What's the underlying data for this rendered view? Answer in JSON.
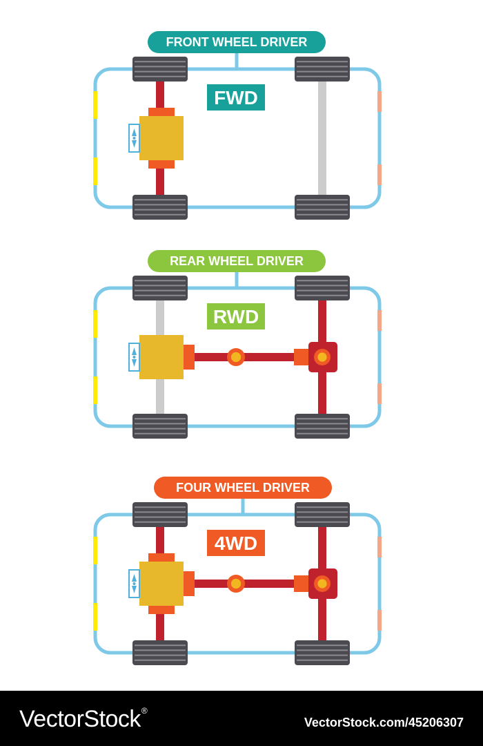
{
  "colors": {
    "chassis": "#7ec8e8",
    "tire": "#4a4a50",
    "tire_groove": "#8a8a90",
    "driven_axle": "#c0222d",
    "idle_axle": "#cccccc",
    "engine": "#e7b82c",
    "gearbox": "#f05a24",
    "radiator": "#4fb0dc",
    "headlight": "#ffea00",
    "taillight": "#f4a688",
    "joint": "#f2b621"
  },
  "sections": [
    {
      "id": "fwd",
      "banner": "FRONT WHEEL DRIVER",
      "badge": "FWD",
      "banner_color": "#17a19a",
      "badge_color": "#17a19a",
      "front_axle_driven": true,
      "rear_axle_driven": false,
      "has_driveshaft": false
    },
    {
      "id": "rwd",
      "banner": "REAR WHEEL DRIVER",
      "badge": "RWD",
      "banner_color": "#8cc63f",
      "badge_color": "#8cc63f",
      "front_axle_driven": false,
      "rear_axle_driven": true,
      "has_driveshaft": true
    },
    {
      "id": "4wd",
      "banner": "FOUR WHEEL DRIVER",
      "badge": "4WD",
      "banner_color": "#f05a24",
      "badge_color": "#f05a24",
      "front_axle_driven": true,
      "rear_axle_driven": true,
      "has_driveshaft": true
    }
  ],
  "footer": {
    "brand": "VectorStock",
    "registered": "®",
    "image_id": "VectorStock.com/45206307"
  }
}
